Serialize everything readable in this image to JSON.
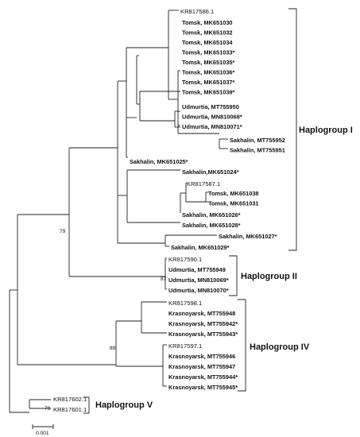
{
  "tree": {
    "taxa": [
      {
        "label": "KR817586.1",
        "bold": false
      },
      {
        "label": "Tomsk, MK651030",
        "bold": true
      },
      {
        "label": "Tomsk, MK651032",
        "bold": true
      },
      {
        "label": "Tomsk, MK651034",
        "bold": true
      },
      {
        "label": "Tomsk, MK651033*",
        "bold": true
      },
      {
        "label": "Tomsk, MK651035*",
        "bold": true
      },
      {
        "label": "Tomsk, MK651036*",
        "bold": true
      },
      {
        "label": "Tomsk, MK651037*",
        "bold": true
      },
      {
        "label": "Tomsk, MK651039*",
        "bold": true
      },
      {
        "label": "Udmurtia, MT755950",
        "bold": true
      },
      {
        "label": "Udmurtia, MN810068*",
        "bold": true
      },
      {
        "label": "Udmurtia, MN810071*",
        "bold": true
      },
      {
        "label": "Sakhalin, MT755952",
        "bold": true
      },
      {
        "label": "Sakhalin, MT755951",
        "bold": true
      },
      {
        "label": "Sakhalin, MK651025*",
        "bold": true
      },
      {
        "label": "Sakhalin,MK651024*",
        "bold": true
      },
      {
        "label": "KR817587.1",
        "bold": false
      },
      {
        "label": "Tomsk, MK651038",
        "bold": true
      },
      {
        "label": "Tomsk, MK651031",
        "bold": true
      },
      {
        "label": "Sakhalin, MK651026*",
        "bold": true
      },
      {
        "label": "Sakhalin, MK651028*",
        "bold": true
      },
      {
        "label": "Sakhalin, MK651027*",
        "bold": true
      },
      {
        "label": "Sakhalin, MK651029*",
        "bold": true
      },
      {
        "label": "KR817590.1",
        "bold": false
      },
      {
        "label": "Udmurtia, MT755949",
        "bold": true
      },
      {
        "label": "Udmurtia, MN810069*",
        "bold": true
      },
      {
        "label": "Udmurtia, MN810070*",
        "bold": true
      },
      {
        "label": "KR817598.1",
        "bold": false
      },
      {
        "label": "Krasnoyarsk, MT755948",
        "bold": true
      },
      {
        "label": "Krasnoyarsk, MT755942*",
        "bold": true
      },
      {
        "label": "Krasnoyarsk, MT755943*",
        "bold": true
      },
      {
        "label": "KR817597.1",
        "bold": false
      },
      {
        "label": "Krasnoyarsk, MT755946",
        "bold": true
      },
      {
        "label": "Krasnoyarsk, MT755947",
        "bold": true
      },
      {
        "label": "Krasnoyarsk, MT755944*",
        "bold": true
      },
      {
        "label": "Krasnoyarsk, MT755945*",
        "bold": true
      },
      {
        "label": "KR817602.1",
        "bold": false
      },
      {
        "label": "KR817601.1",
        "bold": false
      }
    ],
    "bootstrap": [
      {
        "value": "79",
        "node": "haplogroup-I-II"
      },
      {
        "value": "87",
        "node": "haplogroup-II"
      },
      {
        "value": "89",
        "node": "haplogroup-IV"
      },
      {
        "value": "79",
        "node": "haplogroup-V"
      }
    ],
    "groups": [
      {
        "label": "Haplogroup I"
      },
      {
        "label": "Haplogroup II"
      },
      {
        "label": "Haplogroup IV"
      },
      {
        "label": "Haplogroup V"
      }
    ],
    "scale": {
      "label": "0.001"
    }
  }
}
